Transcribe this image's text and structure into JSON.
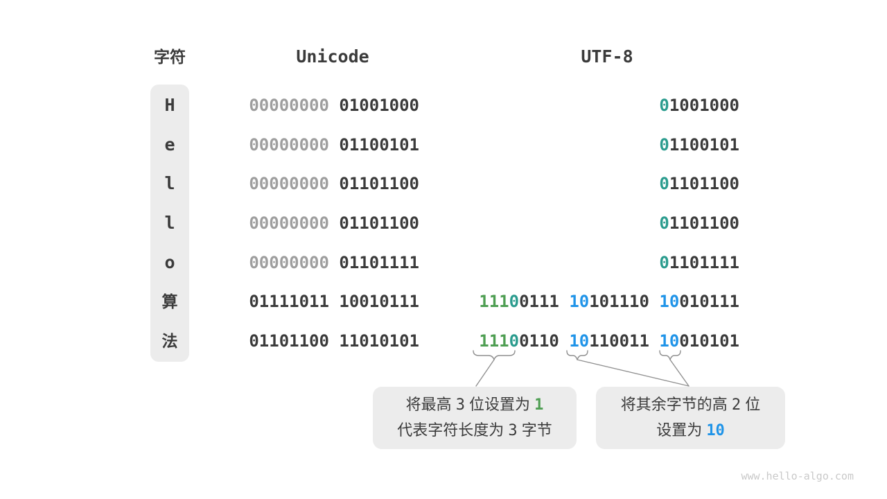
{
  "header": {
    "char_col": "字符",
    "unicode_col": "Unicode",
    "utf8_col": "UTF-8"
  },
  "table": {
    "rows": [
      {
        "char": "H",
        "unicode": [
          {
            "t": "00000000",
            "c": "gray"
          },
          {
            "t": "01001000",
            "c": "dark"
          }
        ],
        "utf8": [
          [
            {
              "t": "0",
              "c": "teal"
            },
            {
              "t": "1001000",
              "c": "dark"
            }
          ]
        ]
      },
      {
        "char": "e",
        "unicode": [
          {
            "t": "00000000",
            "c": "gray"
          },
          {
            "t": "01100101",
            "c": "dark"
          }
        ],
        "utf8": [
          [
            {
              "t": "0",
              "c": "teal"
            },
            {
              "t": "1100101",
              "c": "dark"
            }
          ]
        ]
      },
      {
        "char": "l",
        "unicode": [
          {
            "t": "00000000",
            "c": "gray"
          },
          {
            "t": "01101100",
            "c": "dark"
          }
        ],
        "utf8": [
          [
            {
              "t": "0",
              "c": "teal"
            },
            {
              "t": "1101100",
              "c": "dark"
            }
          ]
        ]
      },
      {
        "char": "l",
        "unicode": [
          {
            "t": "00000000",
            "c": "gray"
          },
          {
            "t": "01101100",
            "c": "dark"
          }
        ],
        "utf8": [
          [
            {
              "t": "0",
              "c": "teal"
            },
            {
              "t": "1101100",
              "c": "dark"
            }
          ]
        ]
      },
      {
        "char": "o",
        "unicode": [
          {
            "t": "00000000",
            "c": "gray"
          },
          {
            "t": "01101111",
            "c": "dark"
          }
        ],
        "utf8": [
          [
            {
              "t": "0",
              "c": "teal"
            },
            {
              "t": "1101111",
              "c": "dark"
            }
          ]
        ]
      },
      {
        "char": "算",
        "unicode": [
          {
            "t": "01111011",
            "c": "dark"
          },
          {
            "t": "10010111",
            "c": "dark"
          }
        ],
        "utf8": [
          [
            {
              "t": "111",
              "c": "green"
            },
            {
              "t": "0",
              "c": "teal"
            },
            {
              "t": "0111",
              "c": "dark"
            }
          ],
          [
            {
              "t": "10",
              "c": "blue"
            },
            {
              "t": "101110",
              "c": "dark"
            }
          ],
          [
            {
              "t": "10",
              "c": "blue"
            },
            {
              "t": "010111",
              "c": "dark"
            }
          ]
        ]
      },
      {
        "char": "法",
        "unicode": [
          {
            "t": "01101100",
            "c": "dark"
          },
          {
            "t": "11010101",
            "c": "dark"
          }
        ],
        "utf8": [
          [
            {
              "t": "111",
              "c": "green"
            },
            {
              "t": "0",
              "c": "teal"
            },
            {
              "t": "0110",
              "c": "dark"
            }
          ],
          [
            {
              "t": "10",
              "c": "blue"
            },
            {
              "t": "110011",
              "c": "dark"
            }
          ],
          [
            {
              "t": "10",
              "c": "blue"
            },
            {
              "t": "010101",
              "c": "dark"
            }
          ]
        ]
      }
    ]
  },
  "callouts": {
    "left": {
      "lines": [
        [
          {
            "t": "将最高 ",
            "c": "dark"
          },
          {
            "t": "3",
            "c": "dark",
            "m": true
          },
          {
            "t": " 位设置为 ",
            "c": "dark"
          },
          {
            "t": "1",
            "c": "green",
            "m": true
          }
        ],
        [
          {
            "t": "代表字符长度为 ",
            "c": "dark"
          },
          {
            "t": "3",
            "c": "dark",
            "m": true
          },
          {
            "t": " 字节",
            "c": "dark"
          }
        ]
      ]
    },
    "right": {
      "lines": [
        [
          {
            "t": "将其余字节的高 ",
            "c": "dark"
          },
          {
            "t": "2",
            "c": "dark",
            "m": true
          },
          {
            "t": " 位",
            "c": "dark"
          }
        ],
        [
          {
            "t": "设置为 ",
            "c": "dark"
          },
          {
            "t": "10",
            "c": "blue",
            "m": true
          }
        ]
      ]
    }
  },
  "watermark": "www.hello-algo.com",
  "colors": {
    "dark": "#3b3b3b",
    "gray": "#9e9e9e",
    "green": "#4e9e52",
    "teal": "#2b9c8e",
    "blue": "#2094e8",
    "label_bg": "#ececec",
    "connector": "#909090",
    "watermark": "#c9c9c9"
  }
}
